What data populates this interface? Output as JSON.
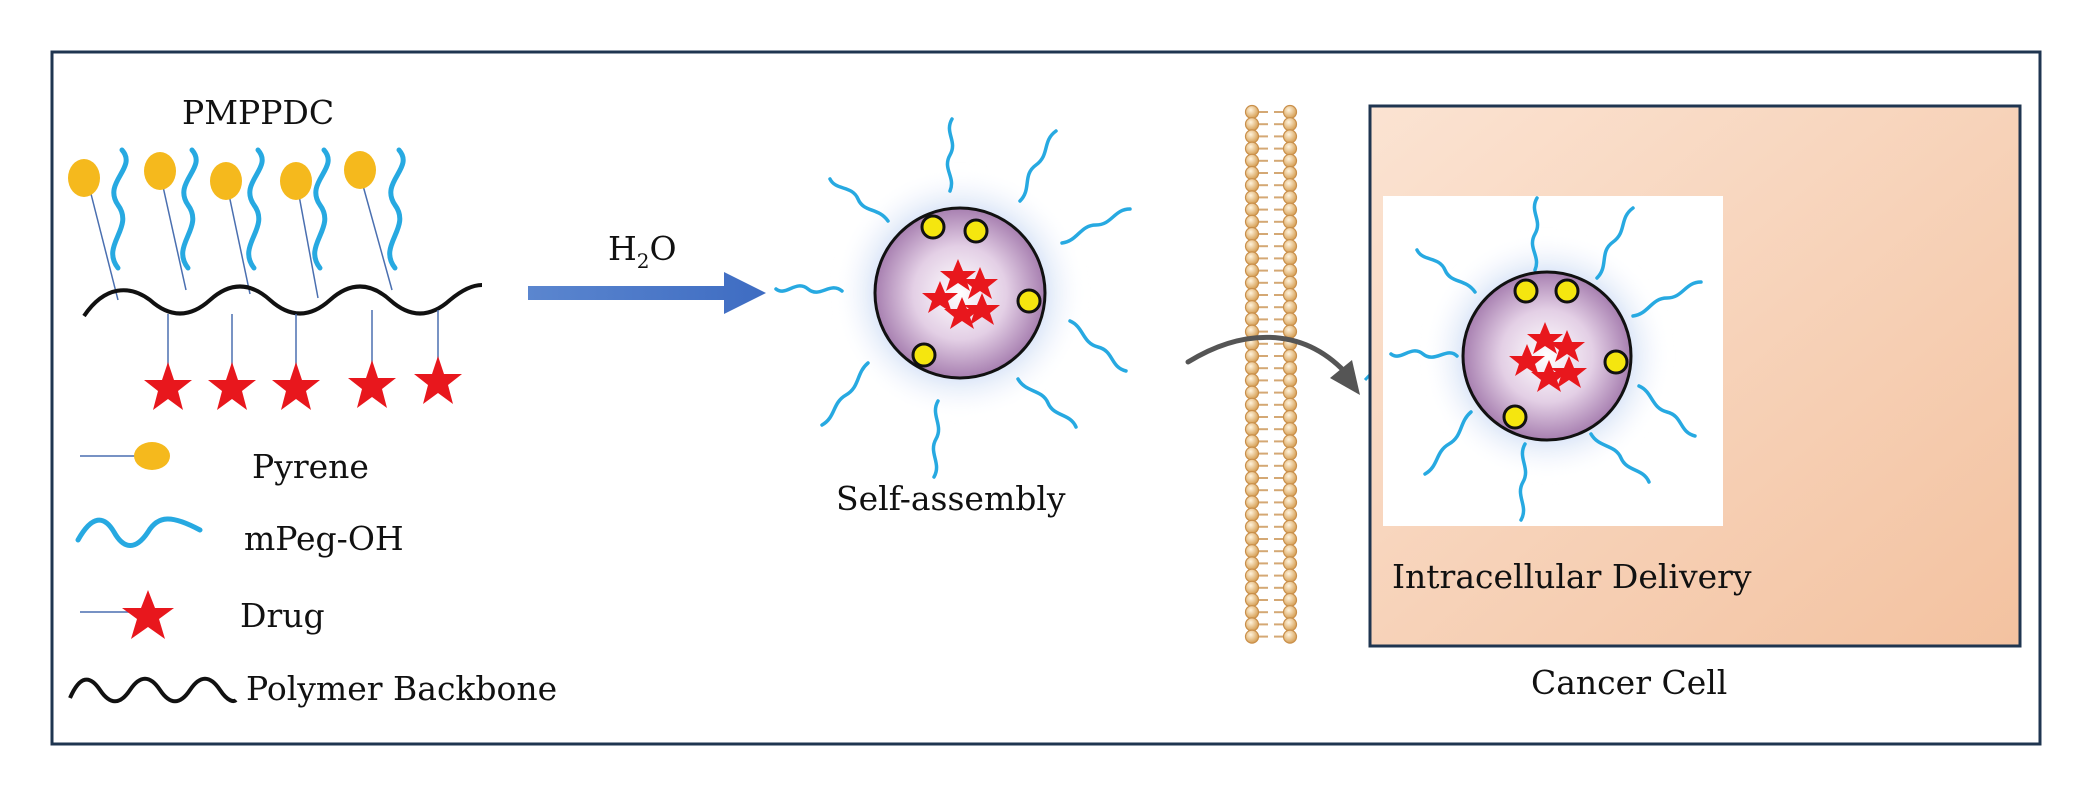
{
  "polymer": {
    "title": "PMPPDC"
  },
  "legend": {
    "items": [
      {
        "id": "pyrene",
        "label": "Pyrene"
      },
      {
        "id": "mpeg",
        "label": "mPeg-OH"
      },
      {
        "id": "drug",
        "label": "Drug"
      },
      {
        "id": "backbone",
        "label": "Polymer Backbone"
      }
    ]
  },
  "arrow": {
    "label_main": "H",
    "label_sub": "2",
    "label_end": "O"
  },
  "micelle": {
    "caption": "Self-assembly"
  },
  "cell": {
    "inner_label": "Intracellular Delivery",
    "caption": "Cancer Cell"
  },
  "colors": {
    "frame": "#1f3550",
    "pyrene": "#f5b91d",
    "peg": "#27a9e1",
    "drug": "#e8171d",
    "backbone": "#111111",
    "arrow": "#4472c4",
    "membrane": "#e8c08a",
    "micelle_core": "#b48ab8",
    "cell_fill": "#f6cfb0"
  }
}
